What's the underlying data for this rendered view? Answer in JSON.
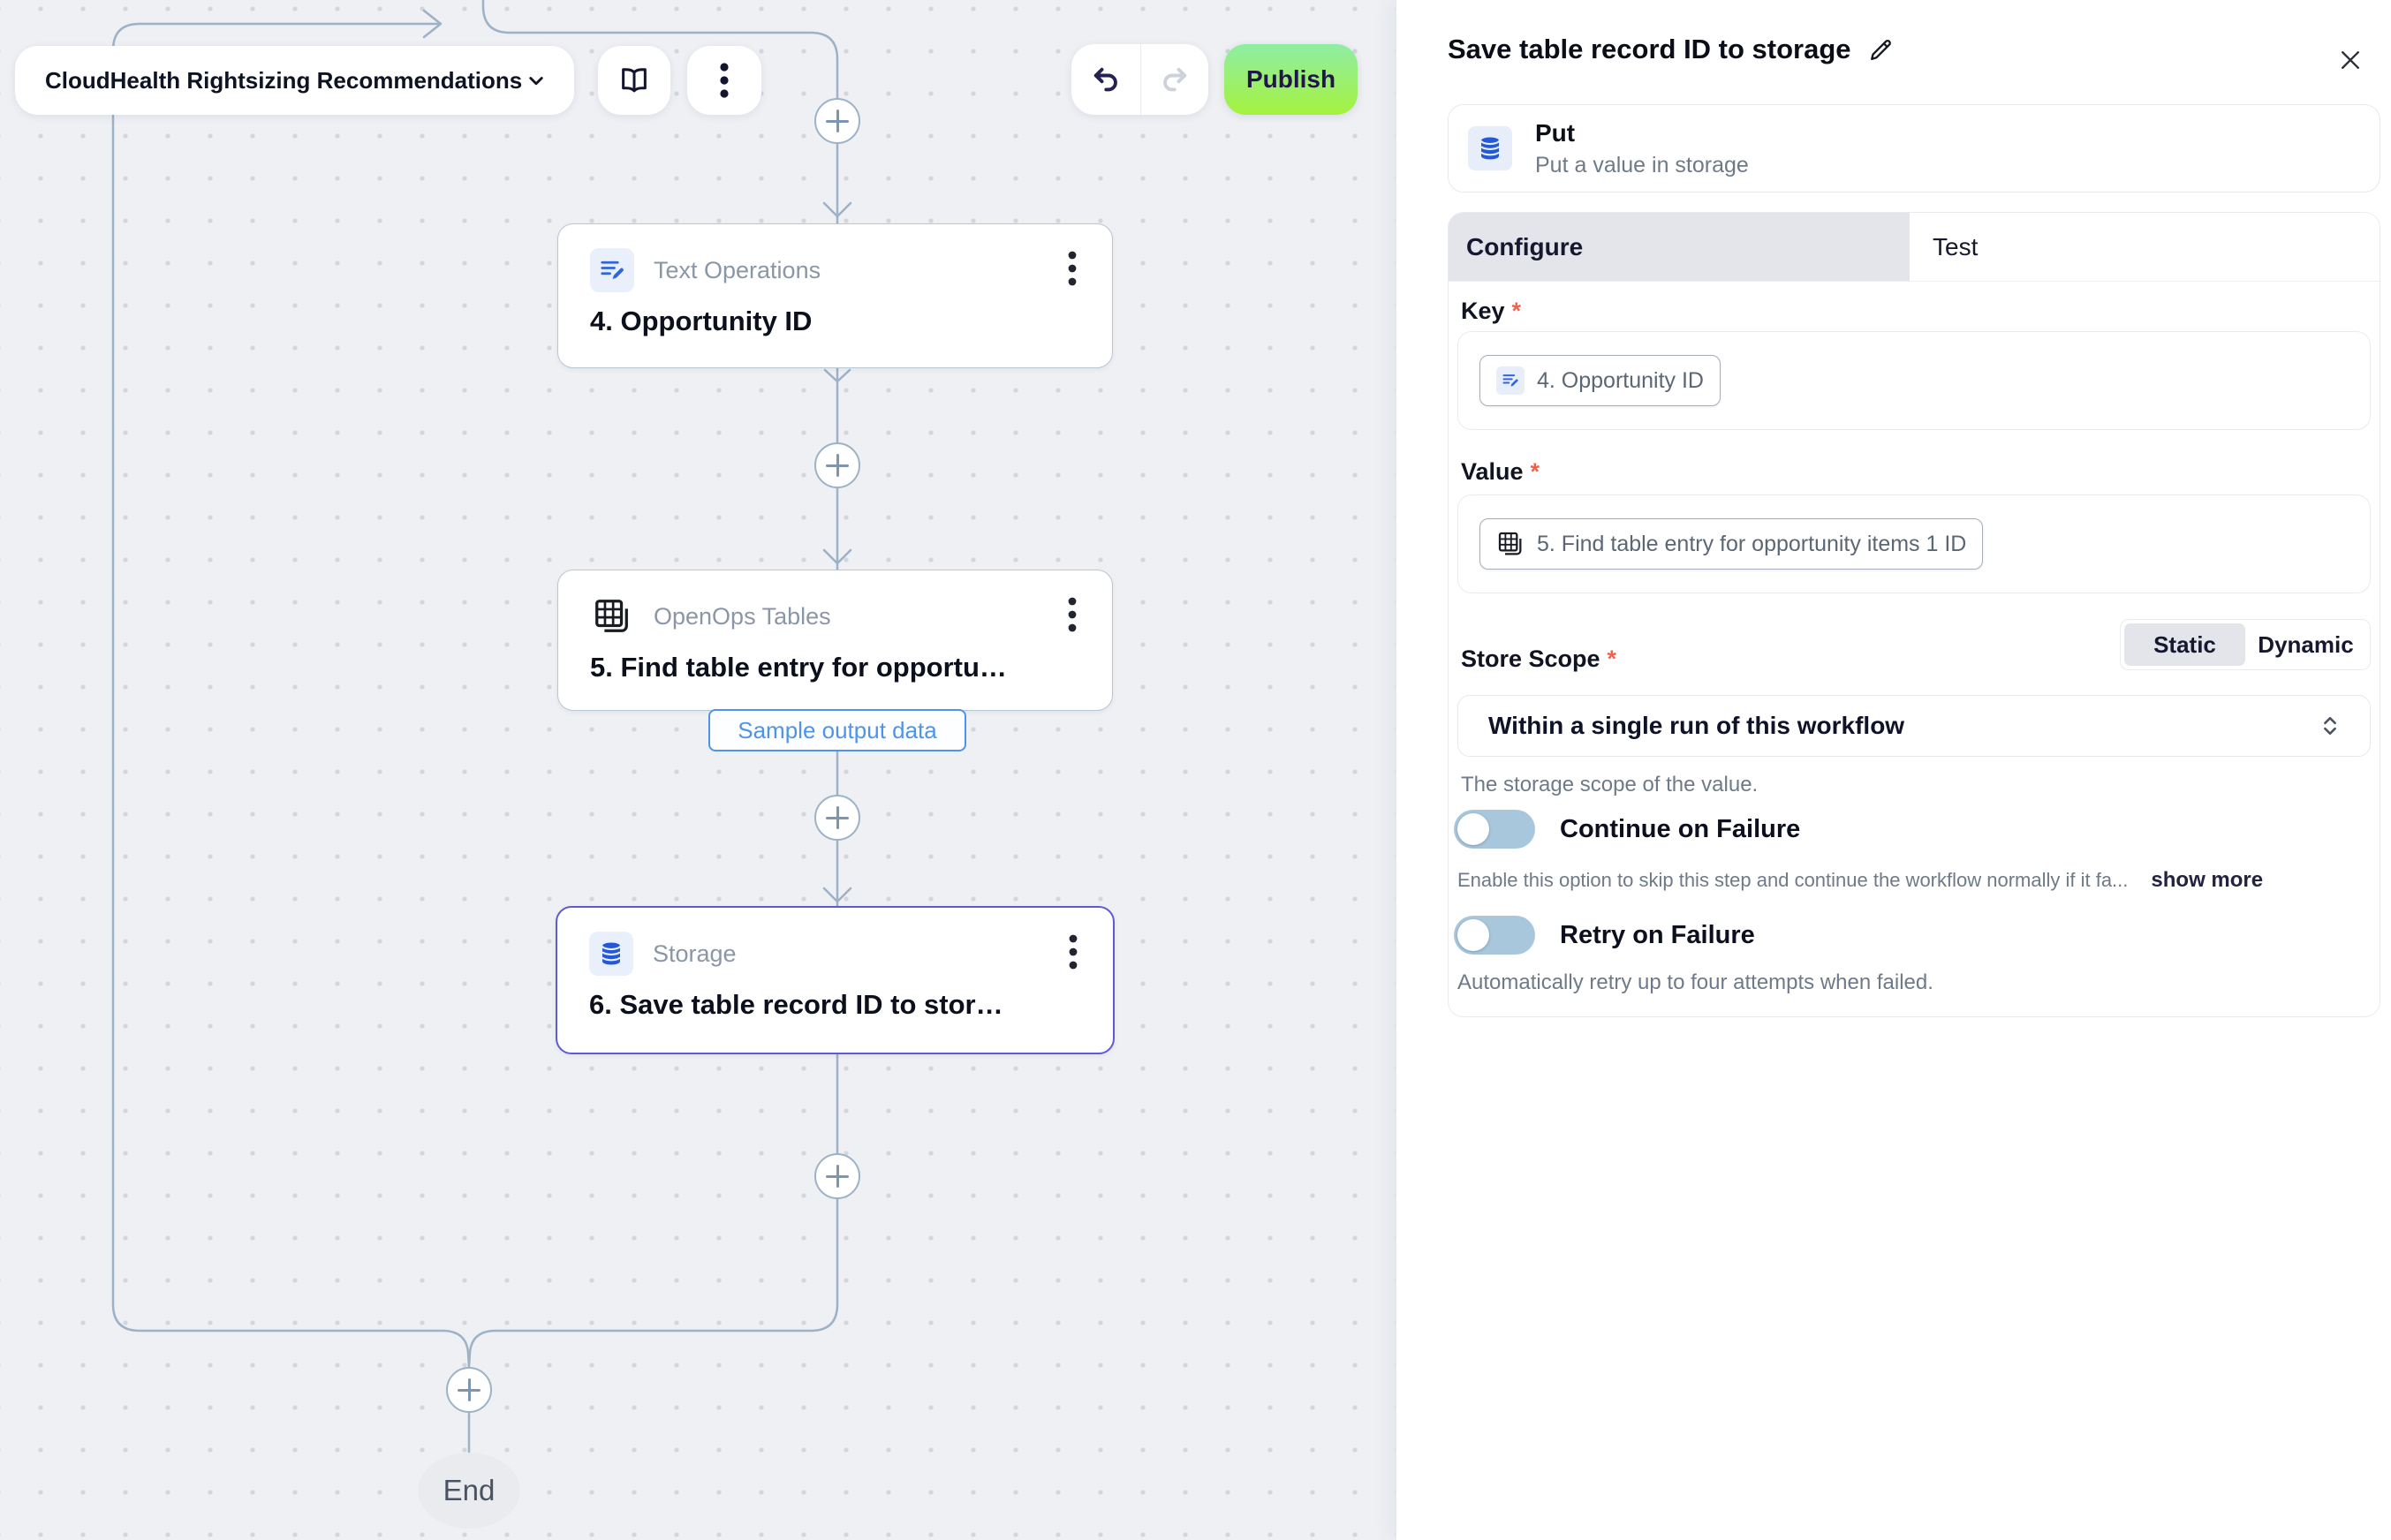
{
  "canvas": {
    "flow_name": "CloudHealth Rightsizing Recommendations",
    "publish_label": "Publish",
    "sample_output_label": "Sample output data",
    "end_label": "End",
    "nodes": [
      {
        "app": "Text Operations",
        "step": "4. Opportunity ID"
      },
      {
        "app": "OpenOps Tables",
        "step": "5. Find table entry for opportu…"
      },
      {
        "app": "Storage",
        "step": "6. Save table record ID to stor…"
      }
    ]
  },
  "panel": {
    "title": "Save table record ID to storage",
    "required_marker": "*",
    "action": {
      "name": "Put",
      "description": "Put a value in storage"
    },
    "tabs": {
      "configure": "Configure",
      "test": "Test"
    },
    "fields": {
      "key": {
        "label": "Key",
        "value": "4. Opportunity ID"
      },
      "value": {
        "label": "Value",
        "value": "5. Find table entry for opportunity items 1 ID"
      },
      "store_scope": {
        "label": "Store Scope",
        "static": "Static",
        "dynamic": "Dynamic",
        "selected": "Within a single run of this workflow",
        "helper": "The storage scope of the value."
      },
      "continue_on_failure": {
        "label": "Continue on Failure",
        "helper": "Enable this option to skip this step and continue the workflow normally if it fa...",
        "show_more": "show more"
      },
      "retry_on_failure": {
        "label": "Retry on Failure",
        "helper": "Automatically retry up to four attempts when failed."
      }
    }
  },
  "colors": {
    "canvas_bg": "#eef0f4",
    "edge": "#9db1c7",
    "selected_node": "#5e5bd4",
    "accent_blue": "#4f93ea",
    "icon_blue": "#2358d8",
    "publish_top": "#8feda3",
    "publish_bottom": "#a5f23e",
    "publish_text": "#211549",
    "toggle_track": "#a9c7dc",
    "required": "#f5604d",
    "tab_active_bg": "#e3e5ea"
  }
}
